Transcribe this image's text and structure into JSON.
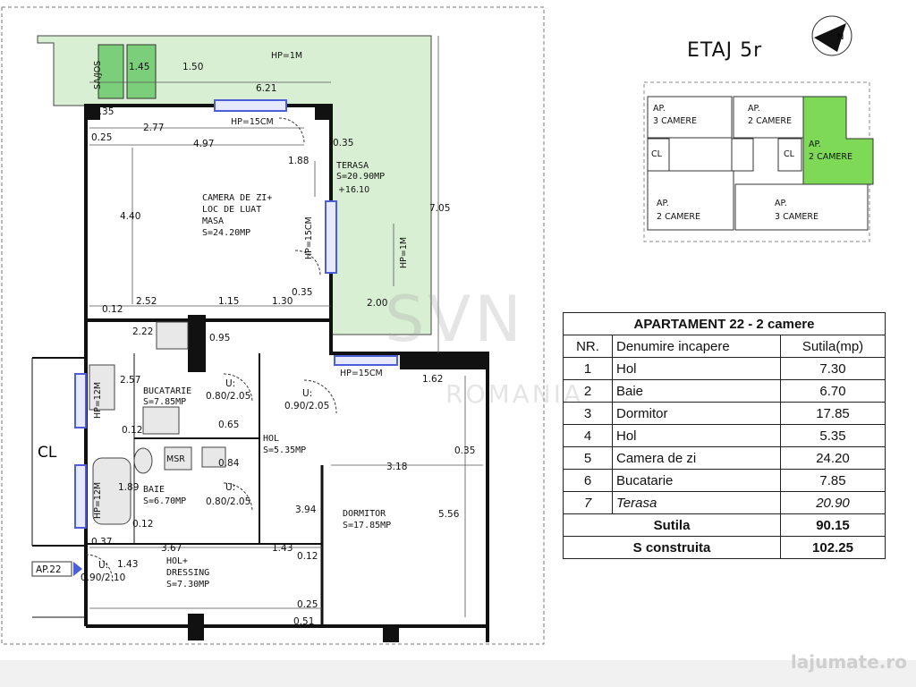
{
  "plan": {
    "cl_label": "CL",
    "ap_label": "AP.22",
    "watermark_main": "SVN",
    "watermark_sub": "ROMANIA",
    "rooms": {
      "terasa": [
        "TERASA",
        "S=20.90MP"
      ],
      "terasa_level": "+16.10",
      "camera": [
        "CAMERA DE ZI+",
        "LOC DE LUAT",
        "MASA",
        "S=24.20MP"
      ],
      "bucatarie": [
        "BUCATARIE",
        "S=7.85MP"
      ],
      "hol": [
        "HOL",
        "S=5.35MP"
      ],
      "baie": [
        "BAIE",
        "S=6.70MP"
      ],
      "dormitor": [
        "DORMITOR",
        "S=17.85MP"
      ],
      "hol_dressing": [
        "HOL+",
        "DRESSING",
        "S=7.30MP"
      ],
      "msr": "MSR"
    },
    "doors": [
      "U:",
      "0.80/2.05",
      "U:",
      "0.90/2.05",
      "U:",
      "0.80/2.05",
      "U:",
      "0.90/2.10"
    ],
    "window_labels": [
      "HP=1M",
      "HP=15CM",
      "HP=15CM",
      "HP=1M",
      "HP=15CM",
      "HP=12M",
      "HP=12M",
      "SA/JOS"
    ],
    "dimensions": [
      "1.45",
      "1.50",
      "6.21",
      "0.35",
      "2.77",
      "0.25",
      "4.97",
      "0.35",
      "1.88",
      "4.40",
      "7.05",
      "0.12",
      "2.52",
      "1.15",
      "1.30",
      "0.35",
      "2.00",
      "2.22",
      "0.95",
      "2.57",
      "1.62",
      "0.65",
      "0.12",
      "0.84",
      "0.35",
      "3.18",
      "1.89",
      "3.94",
      "5.56",
      "0.12",
      "0.37",
      "3.67",
      "1.43",
      "0.12",
      "1.43",
      "0.25",
      "0.51"
    ]
  },
  "keyplan": {
    "title": "ETAJ 5r",
    "units": [
      {
        "l1": "AP.",
        "l2": "3 CAMERE"
      },
      {
        "l1": "AP.",
        "l2": "2 CAMERE"
      },
      {
        "l1": "AP.",
        "l2": "2 CAMERE"
      },
      {
        "l1": "AP.",
        "l2": "2 CAMERE"
      },
      {
        "l1": "AP.",
        "l2": "3 CAMERE"
      }
    ],
    "cl": [
      "CL",
      "CL"
    ],
    "compass_letter": "N",
    "highlight_color": "#7ed957"
  },
  "table": {
    "title": "APARTAMENT 22 - 2 camere",
    "headers": [
      "NR.",
      "Denumire incapere",
      "Sutila(mp)"
    ],
    "rows": [
      [
        "1",
        "Hol",
        "7.30"
      ],
      [
        "2",
        "Baie",
        "6.70"
      ],
      [
        "3",
        "Dormitor",
        "17.85"
      ],
      [
        "4",
        "Hol",
        "5.35"
      ],
      [
        "5",
        "Camera de zi",
        "24.20"
      ],
      [
        "6",
        "Bucatarie",
        "7.85"
      ],
      [
        "7",
        "Terasa",
        "20.90"
      ]
    ],
    "sutila_label": "Sutila",
    "sutila_value": "90.15",
    "sconstruita_label": "S construita",
    "sconstruita_value": "102.25"
  },
  "footer": {
    "brand": "lajumate.ro"
  },
  "colors": {
    "terrace": "#d9efd3",
    "wall": "#111111",
    "window": "#4d5fd8"
  }
}
